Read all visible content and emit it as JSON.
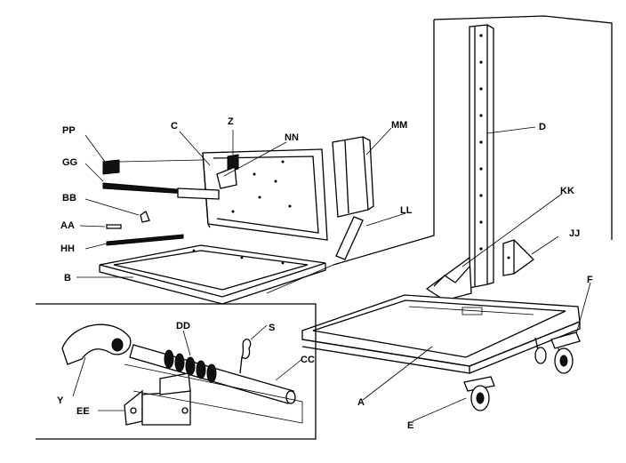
{
  "labels": {
    "PP": "PP",
    "GG": "GG",
    "BB": "BB",
    "AA": "AA",
    "HH": "HH",
    "B": "B",
    "C": "C",
    "Z": "Z",
    "NN": "NN",
    "MM": "MM",
    "LL": "LL",
    "D": "D",
    "KK": "KK",
    "JJ": "JJ",
    "F": "F",
    "A": "A",
    "E": "E",
    "Y": "Y",
    "DD": "DD",
    "S": "S",
    "CC": "CC",
    "EE": "EE"
  }
}
